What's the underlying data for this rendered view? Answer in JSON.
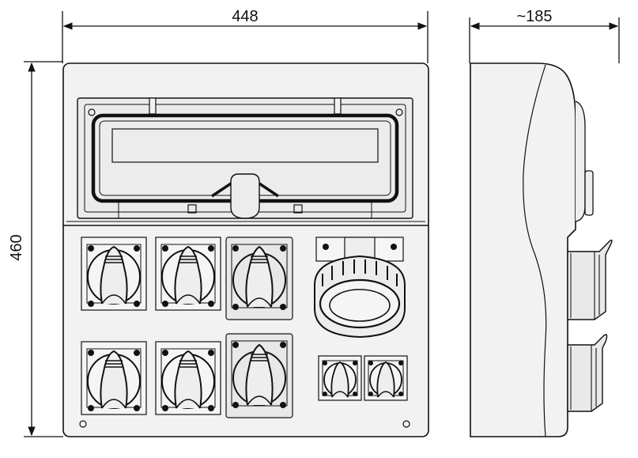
{
  "dimensions": {
    "width_label": "448",
    "height_label": "460",
    "depth_label": "~185"
  }
}
